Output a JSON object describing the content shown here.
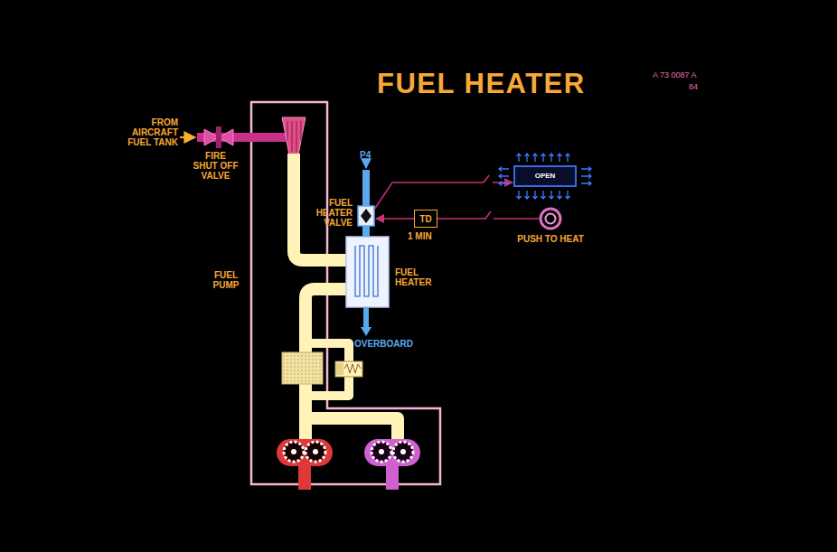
{
  "diagram": {
    "title": "FUEL HEATER",
    "nodes": [
      {
        "text": [
          "OPEN"
        ]
      },
      {
        "text": [
          "TD"
        ]
      },
      {
        "text": [
          "PUSH TO HEAT"
        ]
      }
    ],
    "edges": [
      {
        "from": 1,
        "to": 2,
        "arrow": "none"
      }
    ],
    "labels": [
      "A 73 0087 A",
      "84",
      "FROM AIRCRAFT FUEL TANK",
      "FIRE SHUT OFF VALVE",
      "P4",
      "FUEL HEATER VALVE",
      "1 MIN",
      "FUEL HEATER",
      "FUEL PUMP",
      "OVERBOARD"
    ]
  }
}
